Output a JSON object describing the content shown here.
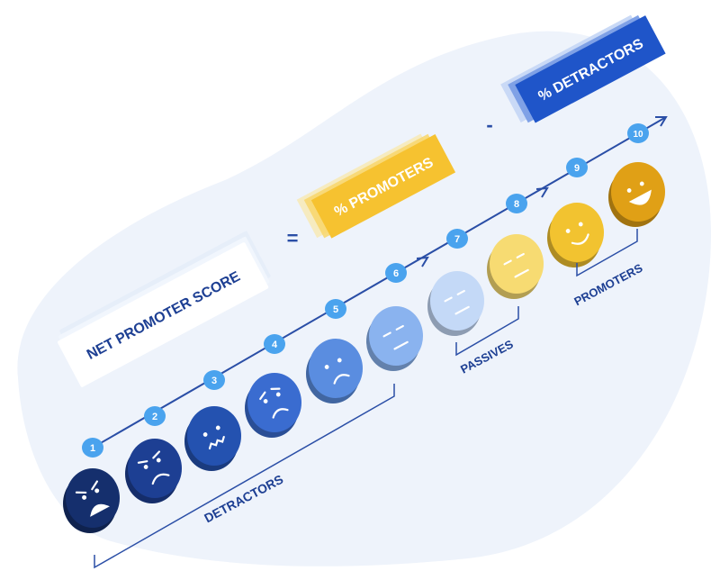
{
  "title": "NET PROMOTER SCORE",
  "equals": "=",
  "minus": "-",
  "promoters_card": "% PROMOTERS",
  "detractors_card": "% DETRACTORS",
  "scale": [
    "1",
    "2",
    "3",
    "4",
    "5",
    "6",
    "7",
    "8",
    "9",
    "10"
  ],
  "groups": {
    "detractors": "DETRACTORS",
    "passives": "PASSIVES",
    "promoters": "PROMOTERS"
  },
  "colors": {
    "blob": "#eef3fb",
    "axis": "#2a4ea6",
    "badge": "#4aa3ee",
    "faces": [
      "#152f6d",
      "#1d3f93",
      "#2452b0",
      "#3a6cd0",
      "#5a8de0",
      "#8ab3ef",
      "#c4d9f7",
      "#f7db72",
      "#f2c330",
      "#e0a016"
    ],
    "promoters_card": "#f6c230",
    "detractors_card": "#1f55c9"
  },
  "faces": [
    "angry-face",
    "frowning-face",
    "grimacing-face",
    "worried-face",
    "sad-face",
    "neutral-face",
    "neutral-face",
    "neutral-face",
    "smiling-face",
    "grinning-face"
  ]
}
